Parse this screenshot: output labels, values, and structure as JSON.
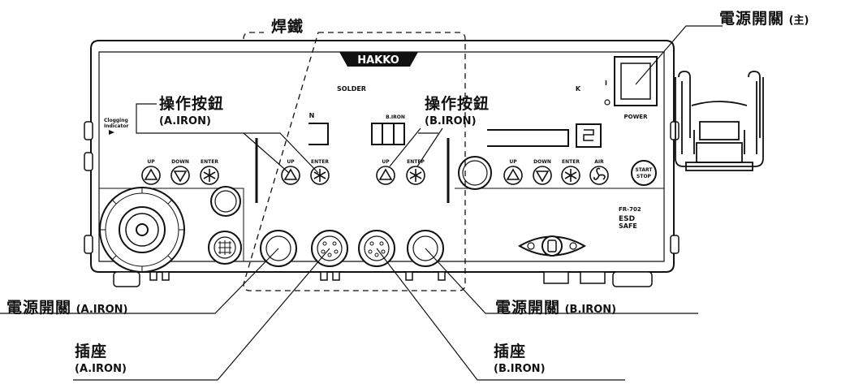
{
  "callouts": {
    "soldering_iron": "焊鐵",
    "main_power": {
      "zh": "電源開關",
      "en": "(主)"
    },
    "buttons_a": {
      "zh": "操作按鈕",
      "en": "(A.IRON)"
    },
    "buttons_b": {
      "zh": "操作按鈕",
      "en": "(B.IRON)"
    },
    "power_a": {
      "zh": "電源開關",
      "en": "(A.IRON)"
    },
    "power_b": {
      "zh": "電源開關",
      "en": "(B.IRON)"
    },
    "socket_a": {
      "zh": "插座",
      "en": "(A.IRON)"
    },
    "socket_b": {
      "zh": "插座",
      "en": "(B.IRON)"
    }
  },
  "panel": {
    "brand": "HAKKO",
    "section_solder": "SOLDER",
    "section_k": "K",
    "clogging_indicator": [
      "Clogging",
      "Indicator"
    ],
    "b_iron_label": "B.IRON",
    "n_label": "N",
    "button_up": "UP",
    "button_down": "DOWN",
    "button_enter": "ENTER",
    "button_enter_cut": "ENTEP",
    "button_air": "AIR",
    "start_stop": [
      "START",
      "STOP"
    ],
    "power_label": "POWER",
    "power_on_mark": "I",
    "model": "FR-702",
    "esd_safe": [
      "ESD",
      "SAFE"
    ]
  },
  "colors": {
    "ink": "#111111",
    "panel": "#ffffff"
  }
}
